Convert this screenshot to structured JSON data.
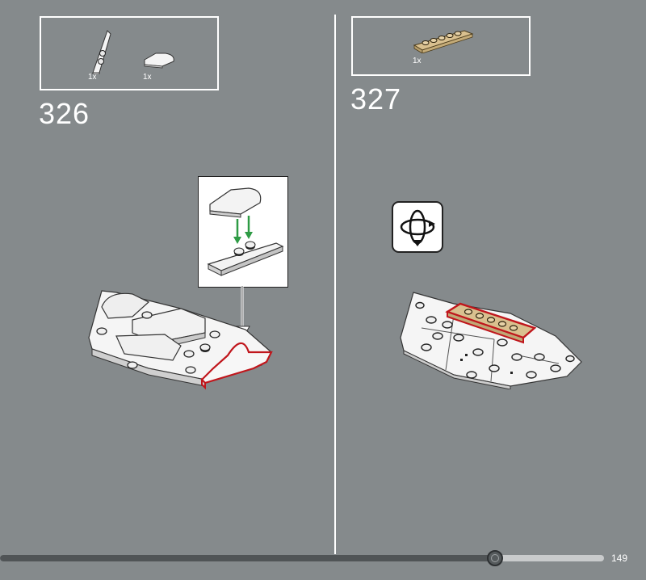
{
  "steps": [
    {
      "number": "326",
      "parts": [
        {
          "qty": "1x",
          "icon": "white-wedge-plate-icon"
        },
        {
          "qty": "1x",
          "icon": "white-round-tile-icon"
        }
      ]
    },
    {
      "number": "327",
      "parts": [
        {
          "qty": "1x",
          "icon": "tan-plate-1x6-icon"
        }
      ]
    }
  ],
  "page": {
    "number": "149",
    "progress": 0.82
  },
  "colors": {
    "background": "#858a8c",
    "highlight": "#c0161c",
    "arrow_green": "#2e9b45",
    "tan": "#d9c08f"
  }
}
